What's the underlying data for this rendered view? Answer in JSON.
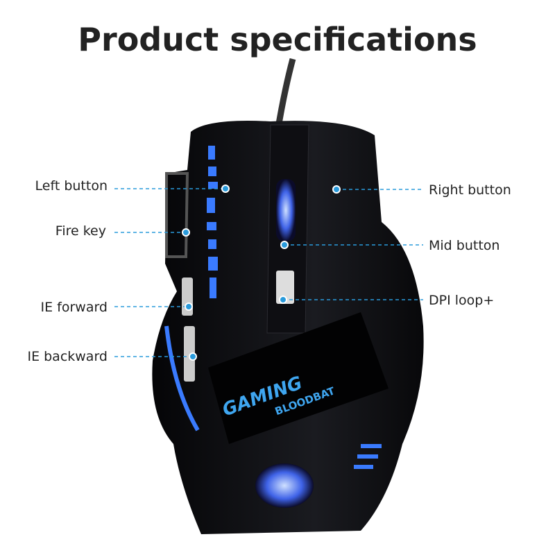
{
  "title": "Product specifications",
  "labels": {
    "left_button": "Left button",
    "fire_key": "Fire key",
    "ie_forward": "IE forward",
    "ie_backward": "IE backward",
    "right_button": "Right button",
    "mid_button": "Mid button",
    "dpi_loop": "DPI loop+"
  },
  "logo": {
    "line1": "GAMING",
    "line2": "BLOODBAT"
  },
  "colors": {
    "accent": "#2a9bdc",
    "glow": "#3a7bff",
    "body": "#0b0b0e"
  }
}
